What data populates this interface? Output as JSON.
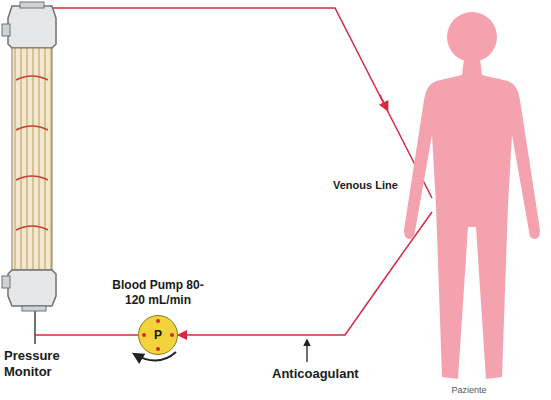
{
  "diagram": {
    "nodes": [
      {
        "text": [
          "Paziente"
        ]
      },
      {
        "text": [
          "Blood Pump 80-120 mL/min",
          "P"
        ]
      }
    ],
    "edges": [
      {
        "from": 0,
        "to": 1,
        "arrow": "to"
      }
    ],
    "labels": [
      "Venous Line",
      "Pressure Monitor",
      "Anticoagulant"
    ]
  }
}
